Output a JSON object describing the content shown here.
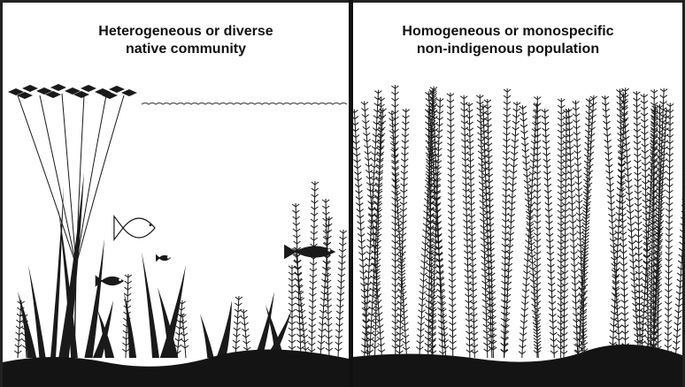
{
  "panels": {
    "left": {
      "title_line1": "Heterogeneous or diverse",
      "title_line2": "native community"
    },
    "right": {
      "title_line1": "Homogeneous or monospecific",
      "title_line2": "non-indigenous population"
    }
  },
  "colors": {
    "ink": "#1a1a1a",
    "sediment": "#141414",
    "water_line": "#555555",
    "paper": "#ffffff"
  },
  "icons": {
    "left": [
      "floating-leaves-icon",
      "lily-stem-icon",
      "tall-grass-icon",
      "sunfish-icon",
      "small-fish-icon",
      "bass-icon",
      "milfoil-icon",
      "sediment-icon"
    ],
    "right": [
      "milfoil-canopy-icon",
      "milfoil-stem-icon",
      "sediment-icon"
    ]
  }
}
